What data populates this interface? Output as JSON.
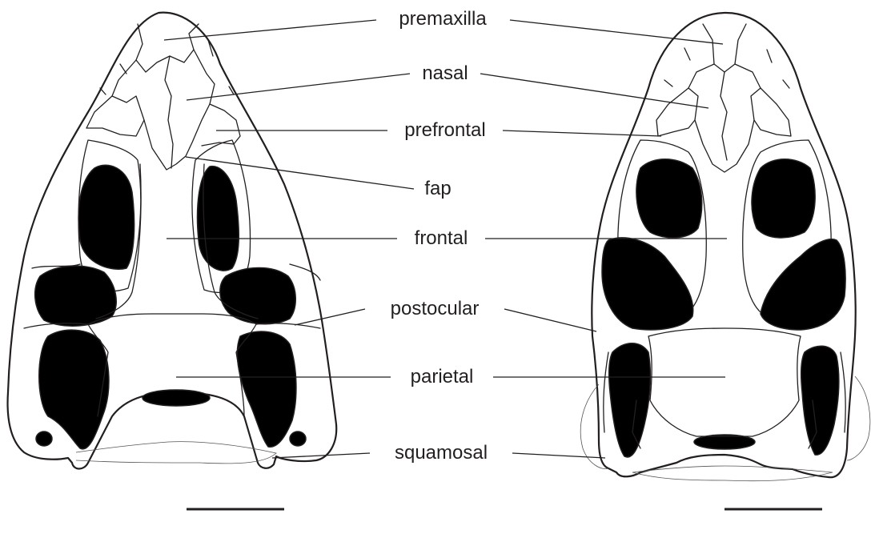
{
  "labels": {
    "premaxilla": "premaxilla",
    "nasal": "nasal",
    "prefrontal": "prefrontal",
    "fap": "fap",
    "frontal": "frontal",
    "postocular": "postocular",
    "parietal": "parietal",
    "squamosal": "squamosal"
  },
  "colors": {
    "ink": "#231f20",
    "fenestra": "#000000",
    "background": "#ffffff"
  }
}
